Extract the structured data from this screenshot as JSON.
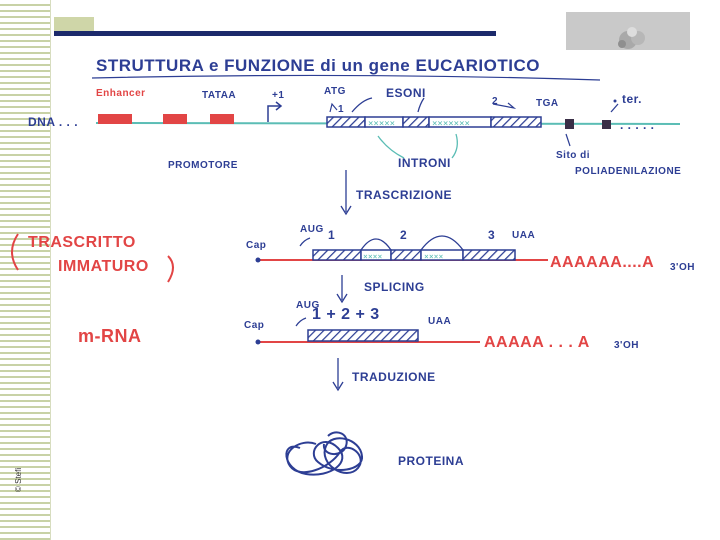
{
  "slide": {
    "copyright": "© Stefi",
    "title": "STRUTTURA e FUNZIONE di un gene EUCARIOTICO"
  },
  "dna_section": {
    "dna_label": "DNA . . .",
    "enhancer": "Enhancer",
    "tataa": "TATAA",
    "plus1": "+1",
    "atg": "ATG",
    "esoni": "ESONI",
    "exon_num_1": "1",
    "exon_num_2": "2",
    "tga": "TGA",
    "ter": "ter.",
    "dots_end": ". . . . .",
    "promotore": "PROMOTORE",
    "introni": "INTRONI",
    "poliadenilazione_1": "Sito di",
    "poliadenilazione_2": "POLIADENILAZIONE"
  },
  "steps": {
    "trascrizione": "TRASCRIZIONE",
    "splicing": "SPLICING",
    "traduzione": "TRADUZIONE"
  },
  "pre_mrna": {
    "label_line1": "TRASCRITTO",
    "label_line2": "IMMATURO",
    "cap": "Cap",
    "aug": "AUG",
    "num1": "1",
    "num2": "2",
    "num3": "3",
    "uaa": "UAA",
    "polya": "AAAAAA....A",
    "tail_end": "3'OH"
  },
  "mrna": {
    "label": "m-RNA",
    "cap": "Cap",
    "aug": "AUG",
    "exons": "1 + 2 + 3",
    "uaa": "UAA",
    "polya": "AAAAA . . . A",
    "tail_end": "3'OH"
  },
  "protein": {
    "label": "PROTEINA"
  },
  "colors": {
    "pen_blue": "#2d3e94",
    "pen_red": "#e24545",
    "pen_teal": "#5bbdb5",
    "navy_bar": "#1c2a6b",
    "olive_bar": "#cfd6a8"
  }
}
